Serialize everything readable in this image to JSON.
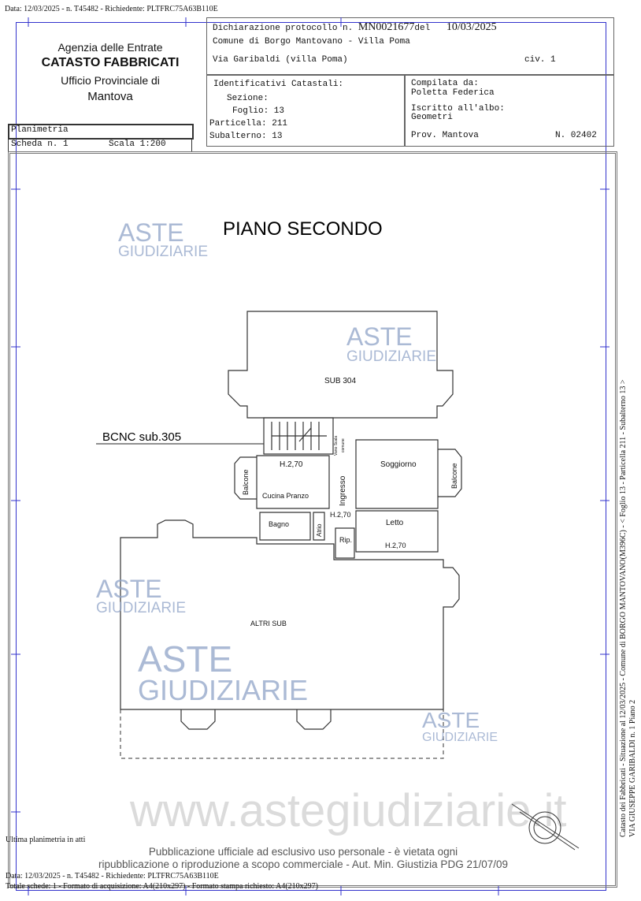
{
  "top_stamp": "Data: 12/03/2025 - n. T45482 - Richiedente: PLTFRC75A63B110E",
  "agency": {
    "line1": "Agenzia delle Entrate",
    "line2": "CATASTO FABBRICATI",
    "line3": "Ufficio Provinciale di",
    "line4": "Mantova"
  },
  "header": {
    "dichiarazione": "Dichiarazione protocollo n.",
    "protocollo": "MN0021677",
    "del_label": "del",
    "date": "10/03/2025",
    "comune": "Comune di Borgo Mantovano - Villa Poma",
    "via": "Via Garibaldi (villa Poma)",
    "civ": "civ. 1",
    "identificativi": "Identificativi Catastali:",
    "sezione": "Sezione:",
    "foglio": "Foglio: 13",
    "particella": "Particella: 211",
    "subalterno": "Subalterno: 13",
    "compilata": "Compilata da:",
    "compilatore": "Poletta Federica",
    "iscritto": "Iscritto all'albo:",
    "albo": "Geometri",
    "prov": "Prov. Mantova",
    "numero": "N. 02402"
  },
  "planimetria": {
    "label": "Planimetria",
    "scheda": "Scheda n. 1",
    "scala": "Scala 1:200"
  },
  "plan": {
    "title": "PIANO SECONDO",
    "bcnc": "BCNC sub.305",
    "rooms": {
      "sub304": "SUB 304",
      "vano_scala": "Vano Scala",
      "comune": "comune",
      "h1": "H.2,70",
      "soggiorno": "Soggiorno",
      "balcone_left": "Balcone",
      "balcone_right": "Balcone",
      "cucina": "Cucina Pranzo",
      "ingresso": "Ingresso",
      "h2": "H.2,70",
      "bagno": "Bagno",
      "atrio": "Atrio",
      "rip": "Rip.",
      "letto": "Letto",
      "h3": "H.2,70",
      "altri": "ALTRI SUB"
    }
  },
  "watermark": {
    "brand_top": "ASTE",
    "brand_bottom": "GIUDIZIARIE",
    "site": "www.astegiudiziarie.it"
  },
  "side_text": {
    "line1": "Catasto dei Fabbricati - Situazione al 12/03/2025 - Comune di BORGO MANTOVANO(M396C) - < Foglio 13 - Particella 211 - Subalterno 13 >",
    "line2": "VIA GIUSEPPE GARIBALDI n. 1 Piano 2"
  },
  "footer": {
    "ultima": "Ultima planimetria in atti",
    "data": "Data: 12/03/2025 - n. T45482 - Richiedente: PLTFRC75A63B110E",
    "totale": "Totale schede: 1 - Formato di acquisizione: A4(210x297) - Formato stampa richiesto: A4(210x297)",
    "notice1": "Pubblicazione ufficiale ad esclusivo uso personale - è vietata ogni",
    "notice2": "ripubblicazione o riproduzione a scopo commerciale - Aut. Min. Giustizia PDG 21/07/09"
  },
  "colors": {
    "frame_blue": "#3333cc",
    "watermark_blue": "#8fa3c8",
    "gavel": "#e8c9a0"
  }
}
